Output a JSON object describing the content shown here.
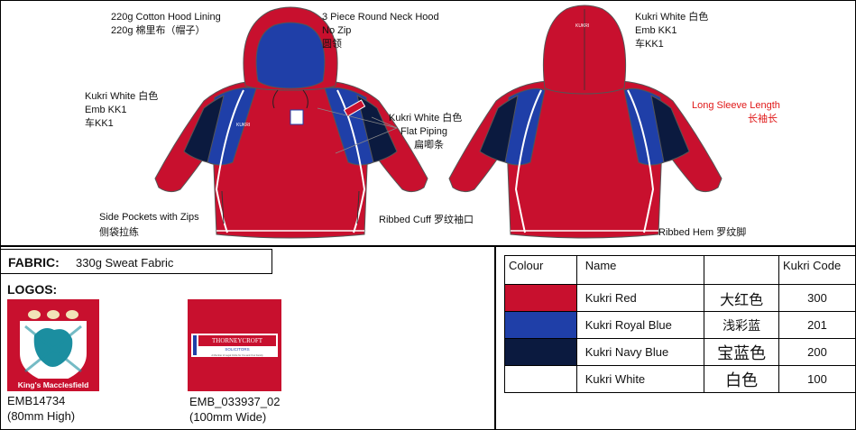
{
  "annotations": {
    "hood_lining": "220g Cotton Hood Lining",
    "hood_lining_cn": "220g 棉里布（帽子）",
    "neck_hood": "3 Piece Round Neck Hood",
    "no_zip": "No Zip",
    "round_neck_cn": "圆领",
    "front_emb_line1": "Kukri White  白色",
    "front_emb_line2": "Emb KK1",
    "front_emb_line3": "车KK1",
    "back_emb_line1": "Kukri White  白色",
    "back_emb_line2": "Emb KK1",
    "back_emb_line3": "车KK1",
    "piping_line1": "Kukri White  白色",
    "piping_line2": "Flat Piping",
    "piping_line3": "扁唧条",
    "long_sleeve": "Long Sleeve Length",
    "long_sleeve_cn": "长袖长",
    "side_pockets": "Side Pockets with Zips",
    "side_pockets_cn": "侧袋拉练",
    "ribbed_cuff": "Ribbed Cuff  罗纹袖口",
    "ribbed_hem": "Ribbed Hem  罗纹脚",
    "brand_mark": "KUKRI",
    "badge_text": "King's Macclesfield"
  },
  "fabric": {
    "label": "FABRIC:",
    "value": "330g Sweat Fabric"
  },
  "logos": {
    "title": "LOGOS:",
    "items": [
      {
        "code": "EMB14734",
        "size": "(80mm High)",
        "label": "King's Macclesfield"
      },
      {
        "code": "EMB_033937_02",
        "size": "(100mm Wide)",
        "label_top": "THORNEYCROFT",
        "label_mid": "SOLICITORS",
        "label_small": "A Member of Legal Circle for You and Your Family"
      }
    ]
  },
  "colour_table": {
    "headers": [
      "Colour",
      "Name",
      "",
      "Kukri Code"
    ],
    "rows": [
      {
        "swatch": "#c8102e",
        "name": "Kukri Red",
        "cn": "大红色",
        "code": "300"
      },
      {
        "swatch": "#1f3fa8",
        "name": "Kukri Royal Blue",
        "cn": "浅彩蓝",
        "code": "201"
      },
      {
        "swatch": "#0b1a3f",
        "name": "Kukri Navy Blue",
        "cn": "宝蓝色",
        "code": "200"
      },
      {
        "swatch": "#ffffff",
        "name": "Kukri White",
        "cn": "白色",
        "code": "100"
      }
    ]
  },
  "colors": {
    "red": "#c8102e",
    "royal": "#1f3fa8",
    "navy": "#0b1a3f",
    "accent_text": "#e01919"
  }
}
